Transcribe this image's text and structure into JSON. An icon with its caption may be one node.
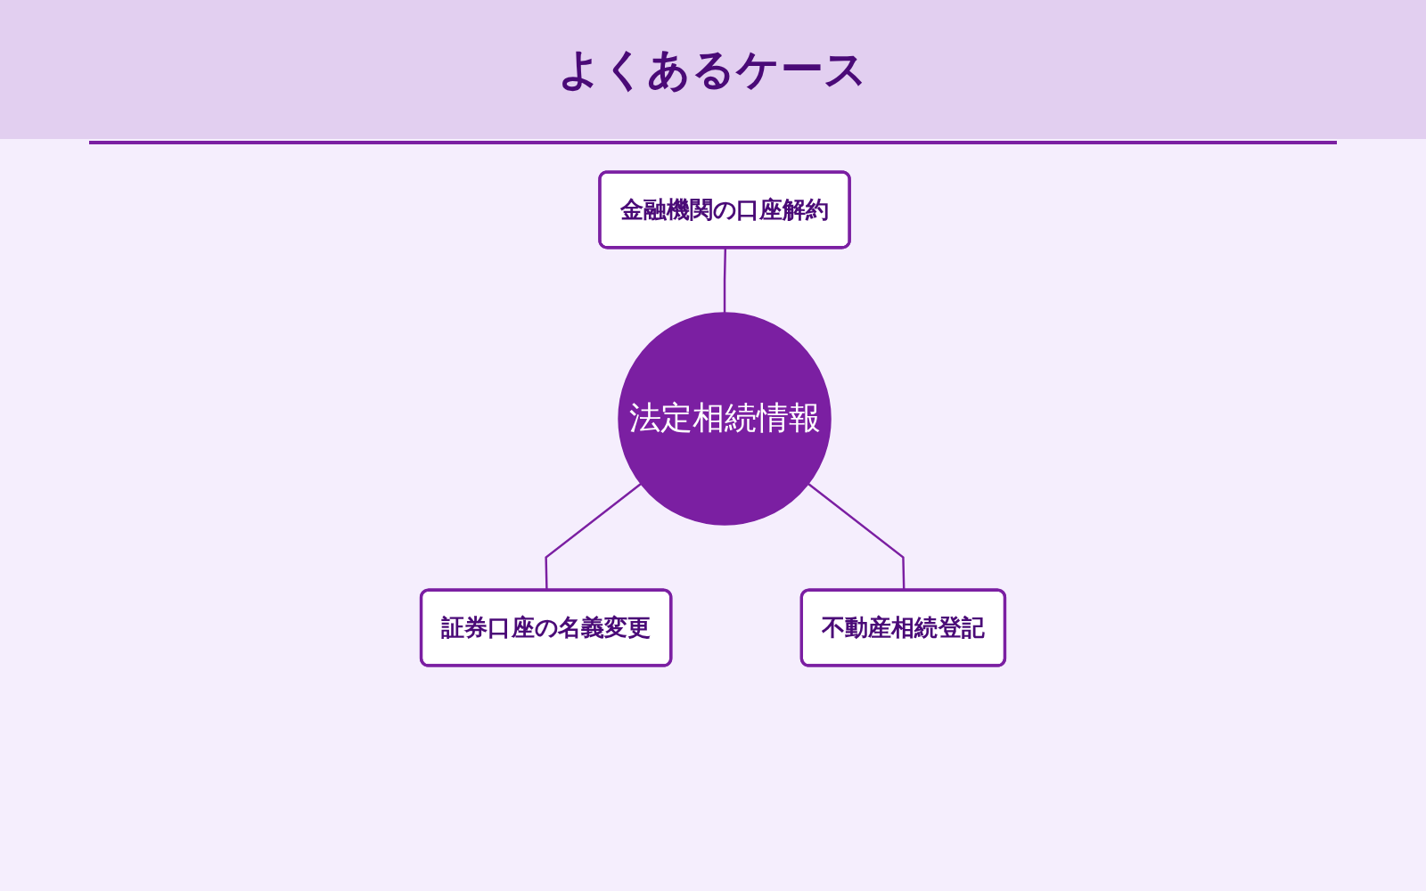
{
  "diagram": {
    "title": "よくあるケース",
    "nodes": [
      {
        "text": [
          "金融機関の口座解約"
        ]
      },
      {
        "text": [
          "法定相続情報"
        ]
      },
      {
        "text": [
          "証券口座の名義変更"
        ]
      },
      {
        "text": [
          "不動産相続登記"
        ]
      }
    ],
    "edges": [
      {
        "from": 0,
        "to": 1,
        "arrow": "none"
      },
      {
        "from": 1,
        "to": 2,
        "arrow": "none"
      },
      {
        "from": 1,
        "to": 3,
        "arrow": "none"
      }
    ]
  }
}
